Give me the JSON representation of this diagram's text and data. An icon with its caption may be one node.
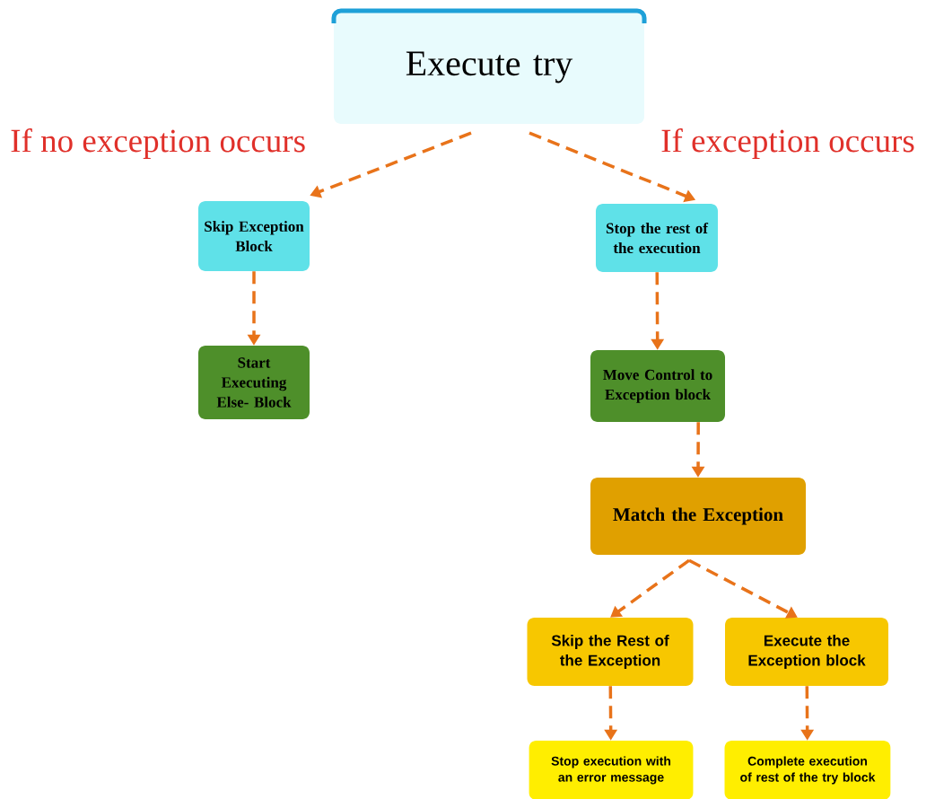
{
  "diagram": {
    "nodes": [
      {
        "text": [
          "Execute try"
        ]
      },
      {
        "text": [
          "Skip Exception Block"
        ]
      },
      {
        "text": [
          "Start Executing Else- Block"
        ]
      },
      {
        "text": [
          "Stop the rest of the execution"
        ]
      },
      {
        "text": [
          "Move Control to Exception block"
        ]
      },
      {
        "text": [
          "Match the Exception"
        ]
      },
      {
        "text": [
          "Skip the Rest of the Exception"
        ]
      },
      {
        "text": [
          "Execute the Exception block"
        ]
      },
      {
        "text": [
          "Stop execution with an error message"
        ]
      },
      {
        "text": [
          "Complete execution of rest of the try block"
        ]
      }
    ],
    "edges": [
      {
        "from": 0,
        "to": 1,
        "arrow": "to",
        "style": "dashed",
        "label": "If no exception occurs"
      },
      {
        "from": 0,
        "to": 3,
        "arrow": "to",
        "style": "dashed",
        "label": "If exception occurs"
      },
      {
        "from": 1,
        "to": 2,
        "arrow": "to",
        "style": "dashed"
      },
      {
        "from": 3,
        "to": 4,
        "arrow": "to",
        "style": "dashed"
      },
      {
        "from": 4,
        "to": 5,
        "arrow": "to",
        "style": "dashed"
      },
      {
        "from": 5,
        "to": 6,
        "arrow": "to",
        "style": "dashed"
      },
      {
        "from": 5,
        "to": 7,
        "arrow": "to",
        "style": "dashed"
      },
      {
        "from": 6,
        "to": 8,
        "arrow": "to",
        "style": "dashed"
      },
      {
        "from": 7,
        "to": 9,
        "arrow": "to",
        "style": "dashed"
      }
    ]
  }
}
